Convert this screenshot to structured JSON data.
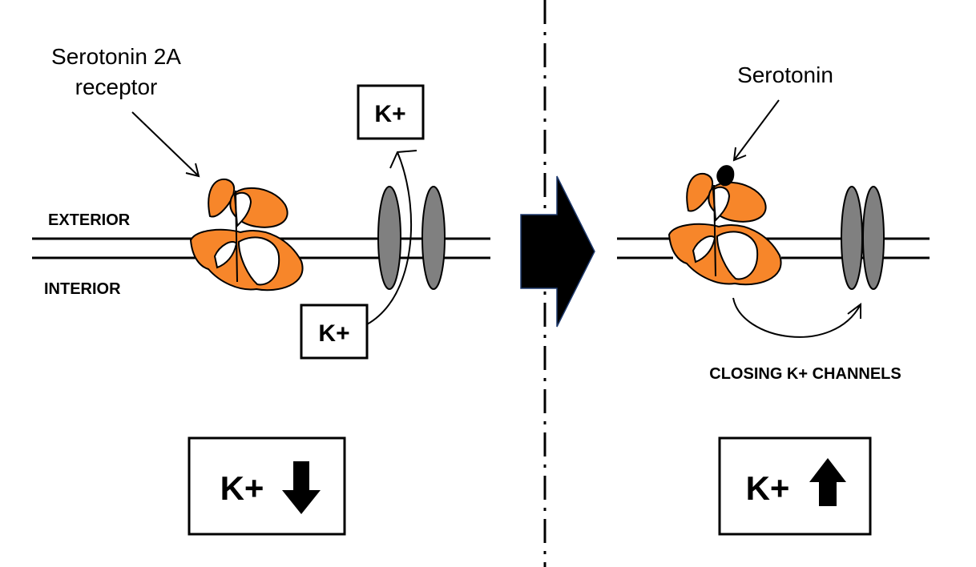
{
  "left_panel": {
    "receptor_label_line1": "Serotonin 2A",
    "receptor_label_line2": "receptor",
    "exterior_label": "EXTERIOR",
    "interior_label": "INTERIOR",
    "k_top": "K+",
    "k_bottom": "K+",
    "result_label": "K+",
    "result_direction": "down"
  },
  "right_panel": {
    "serotonin_label": "Serotonin",
    "closing_label": "CLOSING K+ CHANNELS",
    "result_label": "K+",
    "result_direction": "up"
  },
  "colors": {
    "receptor": "#f7862a",
    "channel": "#808080"
  }
}
